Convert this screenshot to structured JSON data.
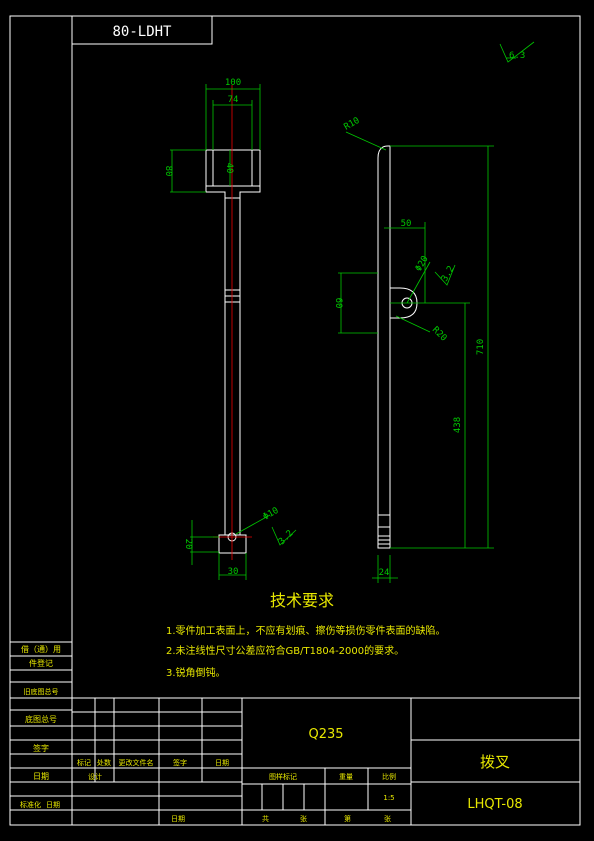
{
  "drawing_code_rotated": "80-LDHT",
  "surface_roughness": "6.3",
  "front_view_dims": {
    "width_outer": "100",
    "width_inner": "74",
    "slot_depth": "40",
    "fork_height": "80",
    "bottom_width": "30",
    "hole_height": "20",
    "hole_dia": "Φ10",
    "roughness": "3.2"
  },
  "side_view_dims": {
    "top_radius": "R10",
    "offset": "50",
    "hole_dia": "Φ20",
    "roughness": "3.2",
    "boss_height": "60",
    "boss_radius": "R20",
    "total_length": "710",
    "lower_length": "438",
    "thickness": "24"
  },
  "tech_req": {
    "title": "技术要求",
    "items": [
      "1.零件加工表面上，不应有划痕、擦伤等损伤零件表面的缺陷。",
      "2.未注线性尺寸公差应符合GB/T1804-2000的要求。",
      "3.锐角倒钝。"
    ]
  },
  "left_column": {
    "row1": "借（通）用",
    "row2": "件登记",
    "row3": "旧底图总号",
    "row4": "底图总号",
    "row5": "签字",
    "row6": "日期"
  },
  "title_block": {
    "material": "Q235",
    "part_name": "拨叉",
    "part_code": "LHQT-08",
    "scale": "1:5",
    "hdr_mark": "标记",
    "hdr_count": "处数",
    "hdr_doc": "更改文件名",
    "hdr_sign": "签字",
    "hdr_date": "日期",
    "design": "设计",
    "stage_mark": "图样标记",
    "weight": "重量",
    "scale_label": "比例",
    "sheets_total": "共",
    "sheet_label": "张",
    "sheet_no": "第",
    "sheet_label2": "张",
    "std_review": "标准化",
    "date1": "日期",
    "date2": "日期"
  }
}
